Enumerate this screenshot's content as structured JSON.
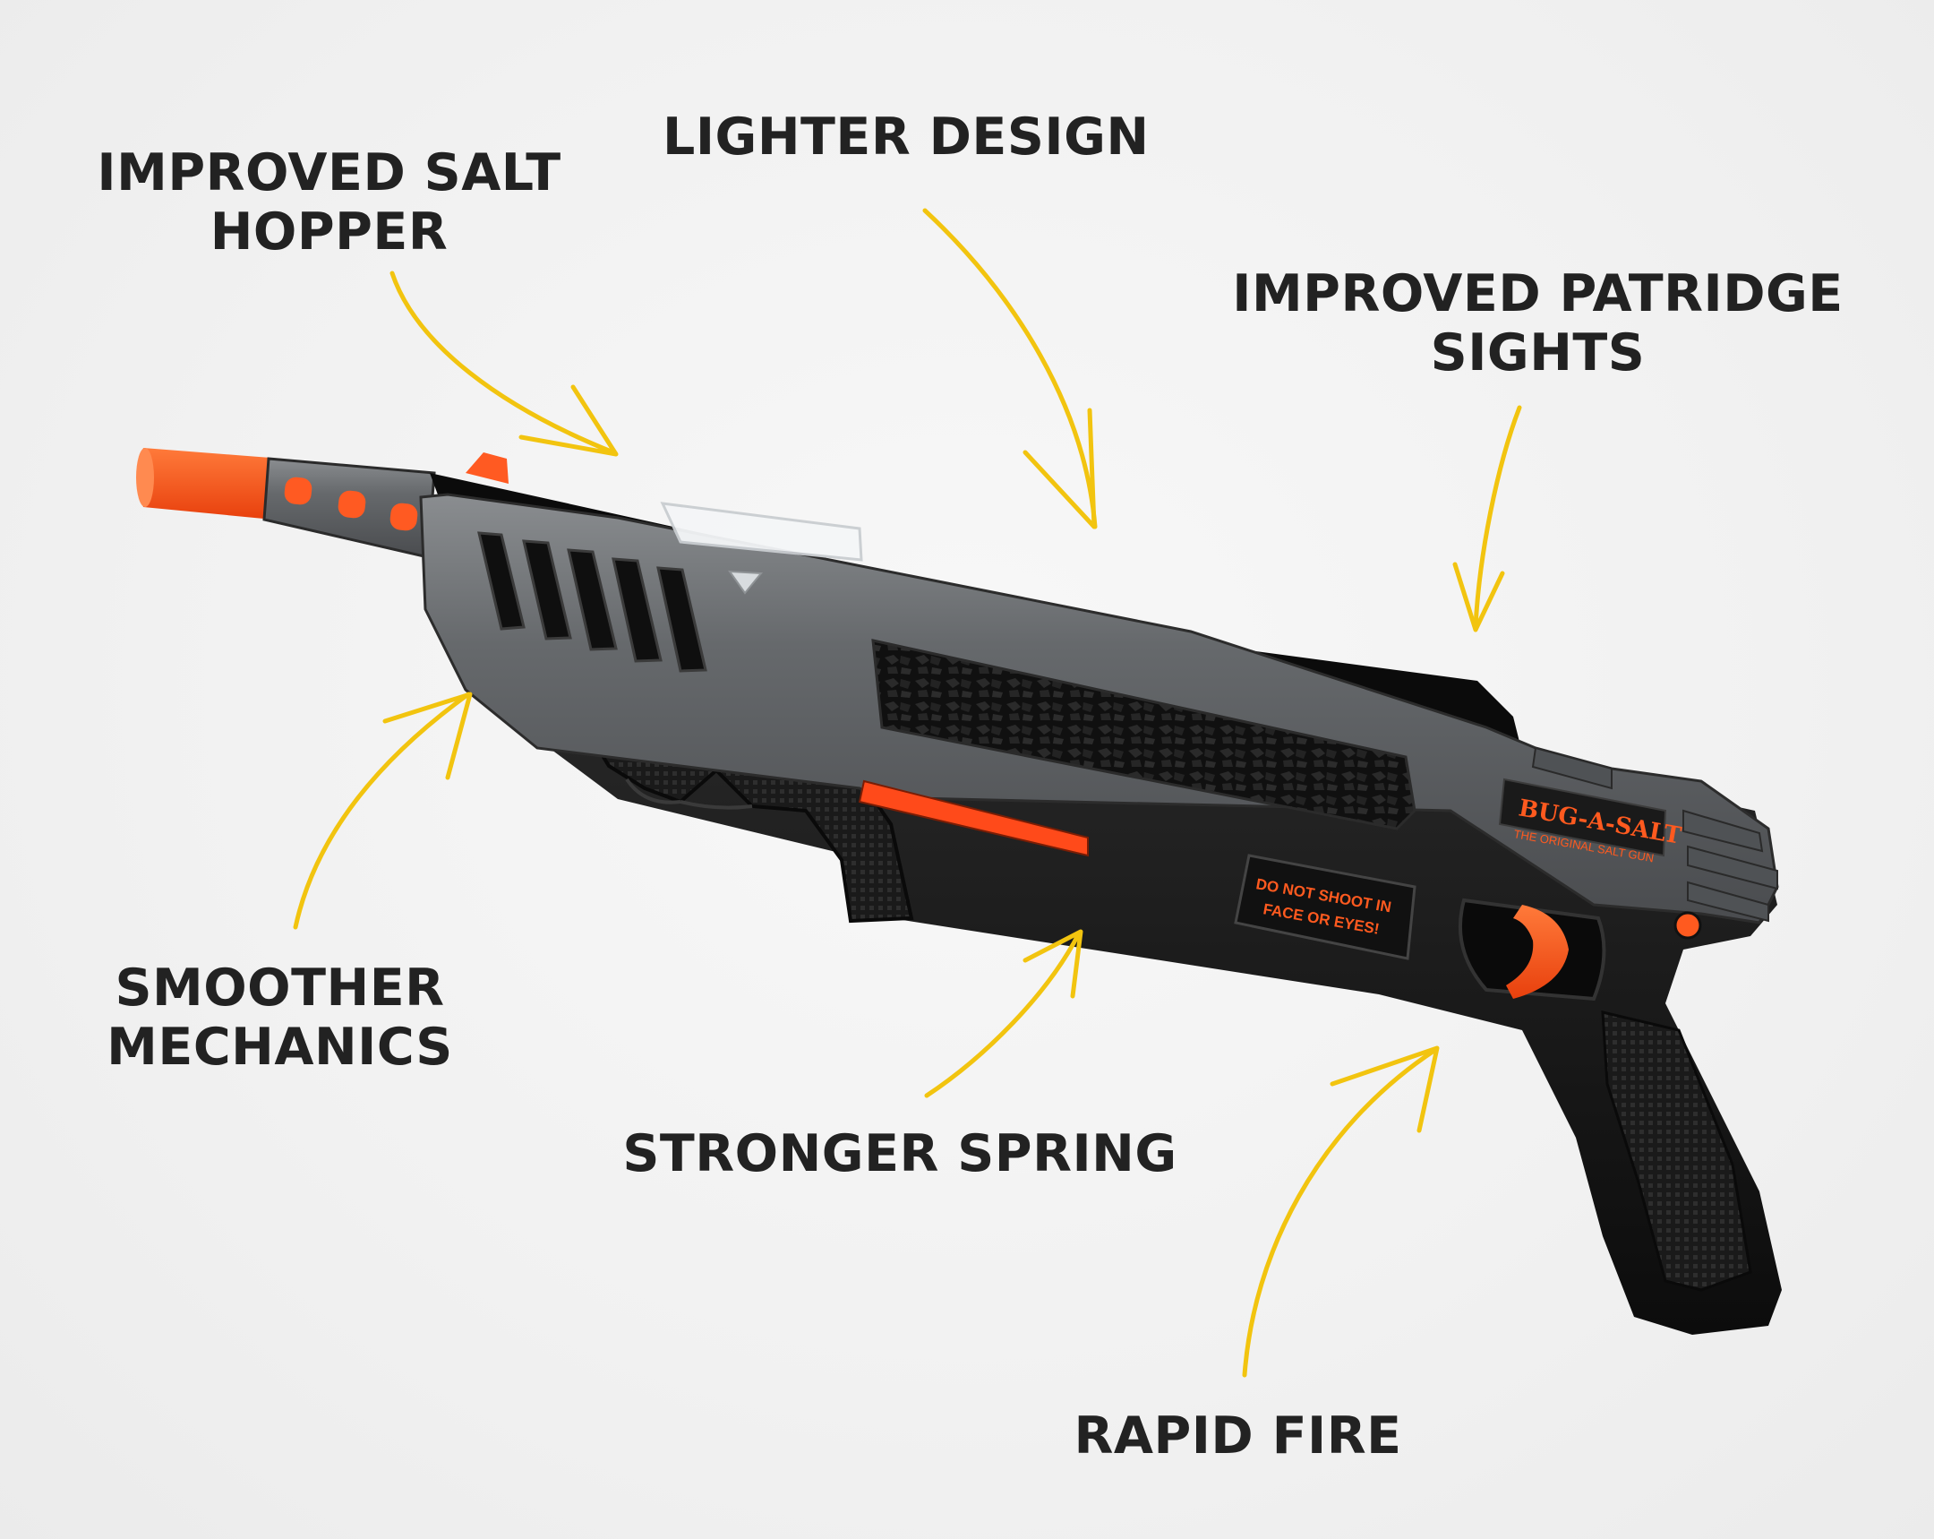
{
  "colors": {
    "background": "#f3f3f3",
    "arrow": "#f2c40f",
    "text": "#222222",
    "gun_gray": "#5a5d60",
    "gun_black": "#141414",
    "accent_orange": "#ff4a1a"
  },
  "callouts": {
    "salt_hopper": [
      "IMPROVED SALT",
      "HOPPER"
    ],
    "lighter_design": [
      "LIGHTER DESIGN"
    ],
    "sights": [
      "IMPROVED PATRIDGE",
      "SIGHTS"
    ],
    "mechanics": [
      "SMOOTHER",
      "MECHANICS"
    ],
    "spring": [
      "STRONGER SPRING"
    ],
    "rapid_fire": [
      "RAPID FIRE"
    ]
  },
  "product": {
    "brand": "BUG-A-SALT",
    "tagline": "THE ORIGINAL SALT GUN",
    "warning": [
      "DO NOT SHOOT IN",
      "FACE OR EYES!"
    ]
  }
}
